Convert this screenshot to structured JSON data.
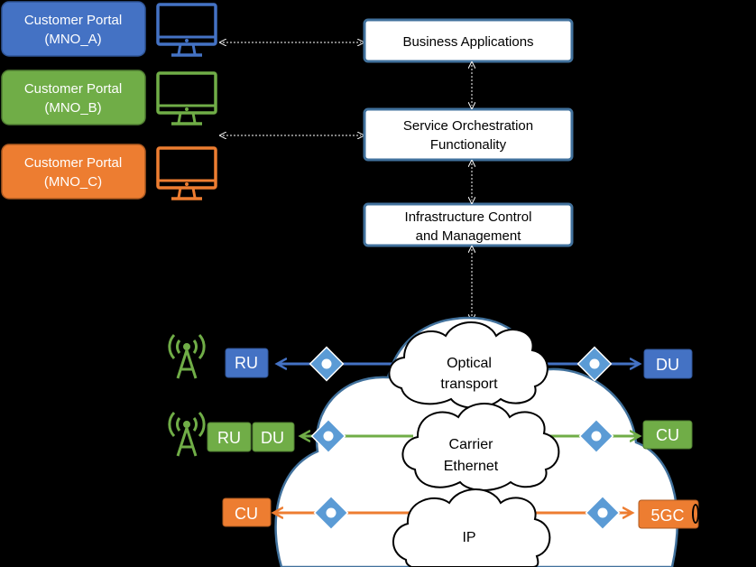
{
  "portals": [
    {
      "line1": "Customer Portal",
      "line2": "(MNO_A)",
      "color": "#4472C4",
      "stroke": "#2F5597"
    },
    {
      "line1": "Customer Portal",
      "line2": "(MNO_B)",
      "color": "#70AD47",
      "stroke": "#507E32"
    },
    {
      "line1": "Customer Portal",
      "line2": "(MNO_C)",
      "color": "#ED7D31",
      "stroke": "#AE5A21"
    }
  ],
  "stack": {
    "business": {
      "line1": "Business Applications"
    },
    "orchestration": {
      "line1": "Service Orchestration",
      "line2": "Functionality"
    },
    "infrastructure": {
      "line1": "Infrastructure Control",
      "line2": "and Management"
    }
  },
  "network": {
    "optical": {
      "line1": "Optical",
      "line2": "transport"
    },
    "ethernet": {
      "line1": "Carrier",
      "line2": "Ethernet"
    },
    "ip": {
      "line1": "IP"
    }
  },
  "endpoints": {
    "ru_optical": "RU",
    "du_optical": "DU",
    "ru_ethernet": "RU",
    "du_ethernet": "DU",
    "cu_ethernet": "CU",
    "cu_ip": "CU",
    "core_ip": "5GC"
  },
  "colors": {
    "blue": "#4472C4",
    "green": "#70AD47",
    "orange": "#ED7D31",
    "box_border": "#41719C"
  },
  "icons": [
    "monitor-icon",
    "antenna-icon",
    "diamond-node-icon",
    "cloud-icon"
  ]
}
